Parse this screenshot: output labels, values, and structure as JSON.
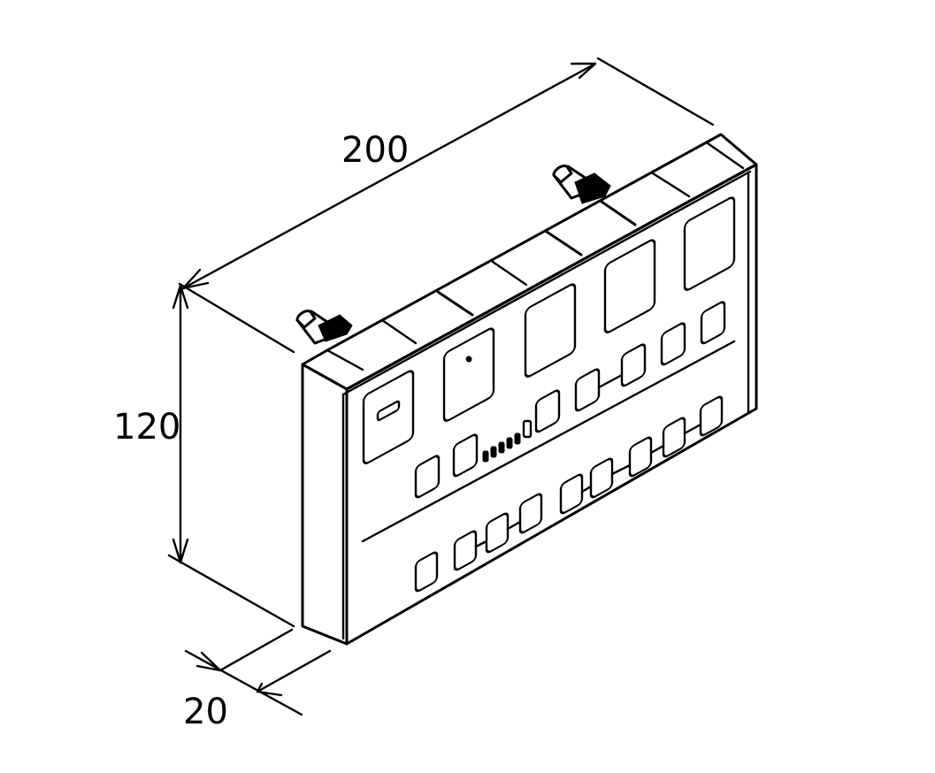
{
  "dimensions": {
    "width_label": "200",
    "height_label": "120",
    "depth_label": "20"
  }
}
